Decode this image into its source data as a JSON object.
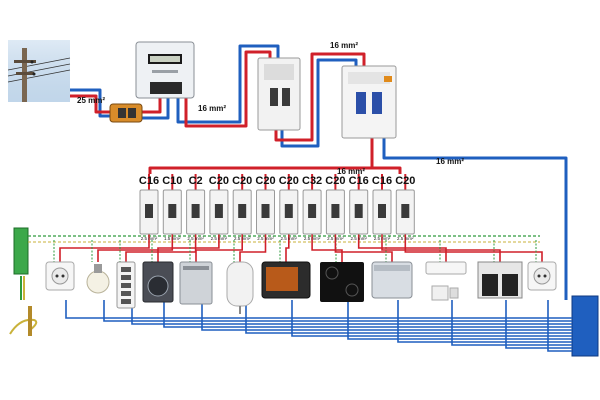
{
  "cables": {
    "supply": "25 mm²",
    "meter_to_main": "16 mm²",
    "main_to_rcd": "16 mm²",
    "rcd_to_bus": "16 mm²",
    "rcd_neutral": "16 mm²"
  },
  "breakers": [
    "C16",
    "C10",
    "C2",
    "C20",
    "C20",
    "C20",
    "C20",
    "C32",
    "C20",
    "C16",
    "C16",
    "C20"
  ],
  "branch_sections": [
    "2.5 mm²",
    "1.5 mm²",
    "2.5 mm²",
    "2.5 mm²",
    "2.5 mm²",
    "2.5 mm²",
    "2.5 mm²",
    "2.5 mm²",
    "2.5 mm²",
    "2.5 mm²",
    "2.5 mm²",
    "2.5 mm²"
  ],
  "colors": {
    "live": "#d0202a",
    "neutral": "#1f5fbf",
    "earth": "#2e9b3c",
    "earth_alt": "#c9b23a"
  },
  "loads": [
    {
      "icon": "socket-icon"
    },
    {
      "icon": "light-bulb-icon"
    },
    {
      "icon": "switch-panel-icon"
    },
    {
      "icon": "washing-machine-icon"
    },
    {
      "icon": "dishwasher-icon"
    },
    {
      "icon": "water-heater-icon"
    },
    {
      "icon": "oven-icon"
    },
    {
      "icon": "cooktop-icon"
    },
    {
      "icon": "freezer-icon"
    },
    {
      "icon": "air-conditioner-icon"
    },
    {
      "icon": "shutter-icon"
    },
    {
      "icon": "socket-icon"
    }
  ]
}
